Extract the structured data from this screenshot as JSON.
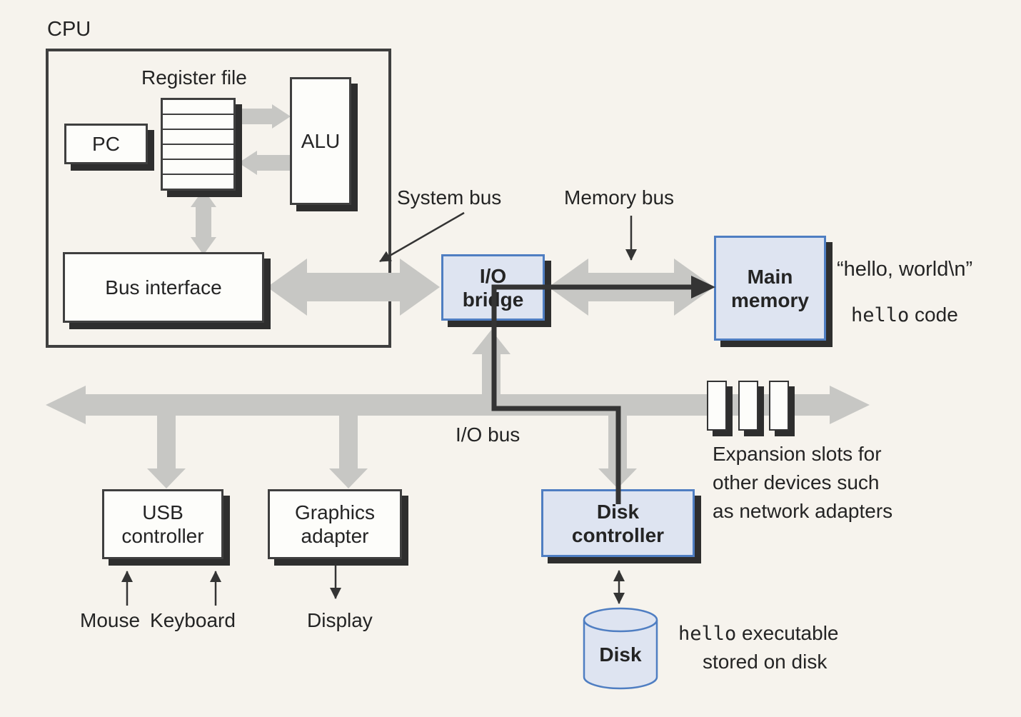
{
  "cpu": {
    "label": "CPU",
    "register_file": "Register file",
    "pc": "PC",
    "alu": "ALU",
    "bus_interface": "Bus interface"
  },
  "buses": {
    "system": "System bus",
    "memory": "Memory bus",
    "io": "I/O bus"
  },
  "nodes": {
    "io_bridge": "I/O bridge",
    "main_memory": "Main memory",
    "usb_controller": "USB controller",
    "graphics_adapter": "Graphics adapter",
    "disk_controller": "Disk controller",
    "disk": "Disk"
  },
  "devices": {
    "mouse": "Mouse",
    "keyboard": "Keyboard",
    "display": "Display"
  },
  "annotations": {
    "hello_string": "“hello, world\\n”",
    "hello_code": {
      "mono": "hello",
      "rest": " code"
    },
    "expansion": {
      "line1": "Expansion slots for",
      "line2": "other devices such",
      "line3": "as network adapters"
    },
    "disk_note": {
      "mono": "hello",
      "rest": " executable",
      "line2": "stored on disk"
    }
  },
  "colors": {
    "background": "#f6f3ed",
    "arrow_gray": "#c7c7c4",
    "line_dark": "#343434",
    "shadow": "#2e2e2e",
    "box_border": "#3f3f3f",
    "box_fill": "#fdfdfa",
    "highlight_fill": "#dee4f1",
    "highlight_border": "#4f7ec2",
    "text": "#242424"
  }
}
